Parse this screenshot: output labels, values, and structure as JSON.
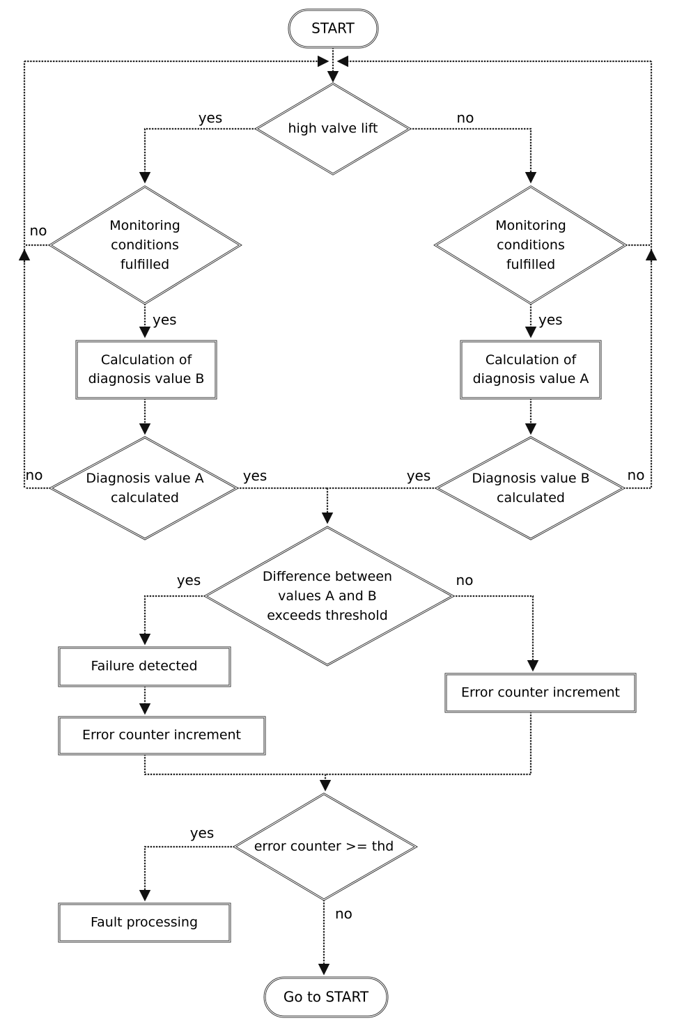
{
  "colors": {
    "background": "#ffffff",
    "line": "#222222",
    "text": "#000000"
  },
  "nodes": {
    "start": "START",
    "high_valve_lift": "high valve lift",
    "monitoring_left": "Monitoring conditions fulfilled",
    "monitoring_right": "Monitoring conditions fulfilled",
    "calc_value_b": "Calculation of diagnosis value B",
    "calc_value_a": "Calculation of diagnosis value A",
    "diag_a_calculated": "Diagnosis value A calculated",
    "diag_b_calculated": "Diagnosis value B calculated",
    "difference_threshold": "Difference between values A and B exceeds threshold",
    "failure_detected": "Failure detected",
    "error_counter_increment_left": "Error counter increment",
    "error_counter_increment_right": "Error counter increment",
    "error_counter_threshold": "error counter >= thd",
    "fault_processing": "Fault processing",
    "goto_start": "Go to START"
  },
  "edge_labels": {
    "high_valve_lift_yes": "yes",
    "high_valve_lift_no": "no",
    "monitoring_left_no": "no",
    "monitoring_left_yes": "yes",
    "monitoring_right_yes": "yes",
    "diag_a_no": "no",
    "diag_a_yes": "yes",
    "diag_b_yes": "yes",
    "diag_b_no": "no",
    "difference_yes": "yes",
    "difference_no": "no",
    "threshold_yes": "yes",
    "threshold_no": "no"
  }
}
